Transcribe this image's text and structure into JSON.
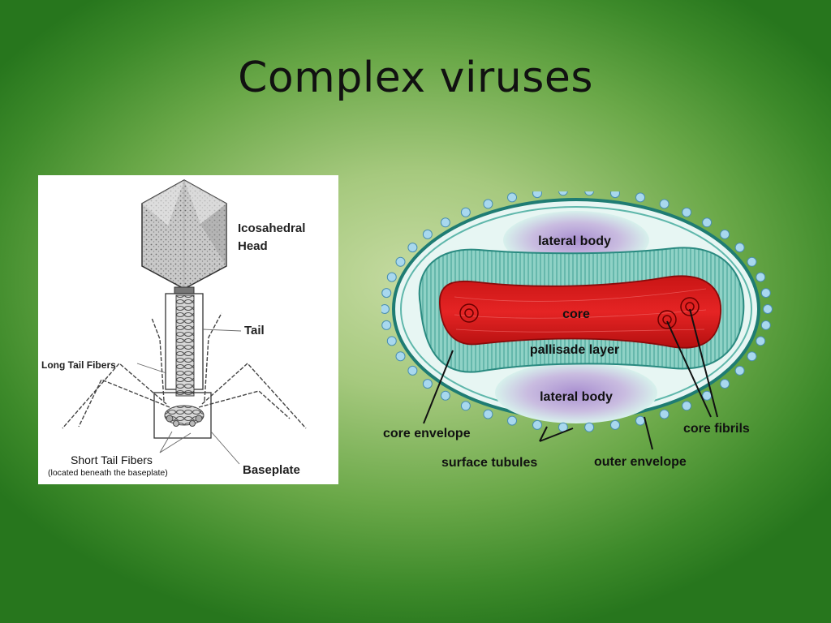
{
  "slide": {
    "title": "Complex viruses"
  },
  "bacteriophage": {
    "labels": {
      "head_line1": "Icosahedral",
      "head_line2": "Head",
      "tail": "Tail",
      "long_tail_fibers": "Long Tail Fibers",
      "short_tail_fibers": "Short Tail Fibers",
      "short_tail_note": "(located beneath the baseplate)",
      "baseplate": "Baseplate"
    }
  },
  "poxvirus": {
    "labels": {
      "lateral_body_top": "lateral body",
      "core": "core",
      "pallisade_layer": "pallisade layer",
      "lateral_body_bottom": "lateral body",
      "core_envelope": "core envelope",
      "core_fibrils": "core fibrils",
      "surface_tubules": "surface tubules",
      "outer_envelope": "outer envelope"
    },
    "colors": {
      "core": "#d21a1a",
      "pallisade": "#7ccbc0",
      "lateral_body": "#b9a6d6",
      "envelope": "#2e8f86",
      "tubule": "#9fd0e8"
    }
  }
}
